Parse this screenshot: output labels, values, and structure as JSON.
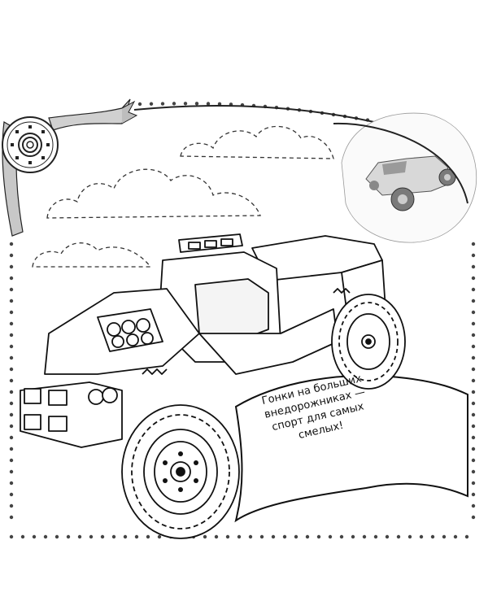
{
  "page": {
    "caption_lines": [
      "Гонки на больших",
      "внедорожниках —",
      "спорт для самых",
      "смелых!"
    ],
    "colors": {
      "ink": "#111111",
      "border_dots": "#444444",
      "ribbon_gray": "#b3b3b3",
      "background": "#ffffff"
    },
    "icons": [
      "wheel-badge-icon",
      "monster-truck-illustration",
      "monster-truck-thumbnail"
    ]
  }
}
